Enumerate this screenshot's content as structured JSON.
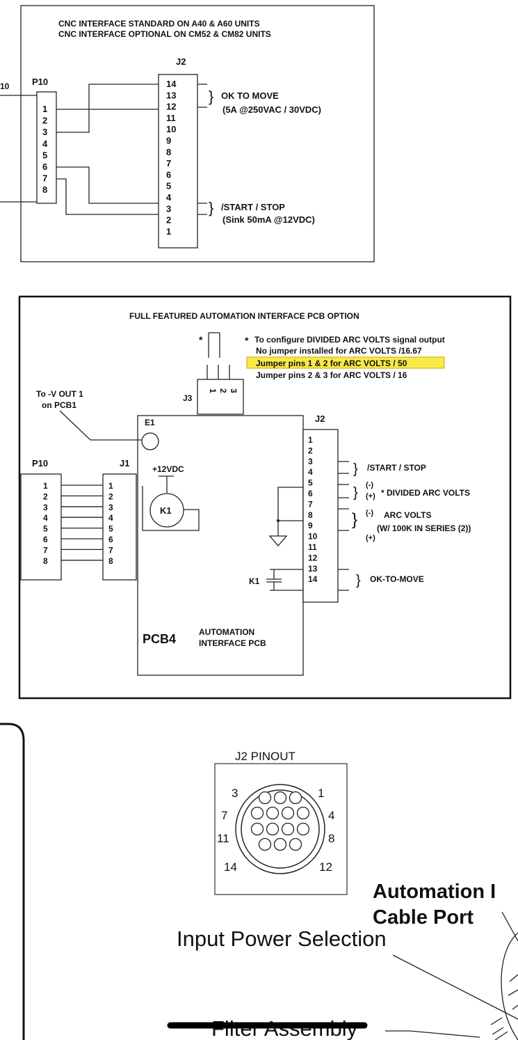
{
  "top_panel": {
    "title_line1": "CNC INTERFACE STANDARD ON A40 & A60 UNITS",
    "title_line2": "CNC INTERFACE OPTIONAL ON CM52 & CM82 UNITS",
    "edge_label": "10",
    "p10_label": "P10",
    "j2_label": "J2",
    "p10_pins": [
      "1",
      "2",
      "3",
      "4",
      "5",
      "6",
      "7",
      "8"
    ],
    "j2_pins": [
      "14",
      "13",
      "12",
      "11",
      "10",
      "9",
      "8",
      "7",
      "6",
      "5",
      "4",
      "3",
      "2",
      "1"
    ],
    "ok_to_move": "OK TO MOVE",
    "ok_to_move_rating": "(5A @250VAC / 30VDC)",
    "start_stop": "/START / STOP",
    "start_stop_rating": "(Sink 50mA @12VDC)"
  },
  "mid_panel": {
    "title": "FULL FEATURED AUTOMATION INTERFACE PCB OPTION",
    "note_star": "*",
    "note_line1": "To configure DIVIDED ARC VOLTS signal output",
    "note_line2": "No jumper installed for ARC VOLTS /16.67",
    "note_line3": "Jumper pins 1 & 2 for ARC VOLTS / 50",
    "note_line4": "Jumper pins 2 & 3 for ARC VOLTS / 16",
    "j3_star": "*",
    "j3_label": "J3",
    "j3_pins": [
      "1",
      "2",
      "3"
    ],
    "to_v_out_line1": "To -V OUT 1",
    "to_v_out_line2": "on PCB1",
    "e1_label": "E1",
    "p10_label": "P10",
    "j1_label": "J1",
    "j2_label": "J2",
    "supply_label": "+12VDC",
    "k1_label": "K1",
    "k1_contact_label": "K1",
    "pins_8": [
      "1",
      "2",
      "3",
      "4",
      "5",
      "6",
      "7",
      "8"
    ],
    "j2_pins": [
      "1",
      "2",
      "3",
      "4",
      "5",
      "6",
      "7",
      "8",
      "9",
      "10",
      "11",
      "12",
      "13",
      "14"
    ],
    "start_stop": "/START / STOP",
    "minus_a": "(-)",
    "plus_a": "(+)",
    "divided_arc_volts": "* DIVIDED  ARC VOLTS",
    "minus_b": "(-)",
    "arc_volts": "ARC VOLTS",
    "plus_b": "(+)",
    "arc_volts_note": "(W/ 100K IN SERIES (2))",
    "ok_to_move": "OK-TO-MOVE",
    "pcb4": "PCB4",
    "pcb4_desc_line1": "AUTOMATION",
    "pcb4_desc_line2": "INTERFACE PCB",
    "highlight_color": "#f7e948"
  },
  "bottom_panel": {
    "pinout_title": "J2 PINOUT",
    "pin_3": "3",
    "pin_1": "1",
    "pin_7": "7",
    "pin_4": "4",
    "pin_11": "11",
    "pin_8": "8",
    "pin_14": "14",
    "pin_12": "12",
    "callout_line1": "Automation I",
    "callout_line2": "Cable Port",
    "input_power": "Input Power Selection",
    "filter": "Filter Assembly"
  }
}
